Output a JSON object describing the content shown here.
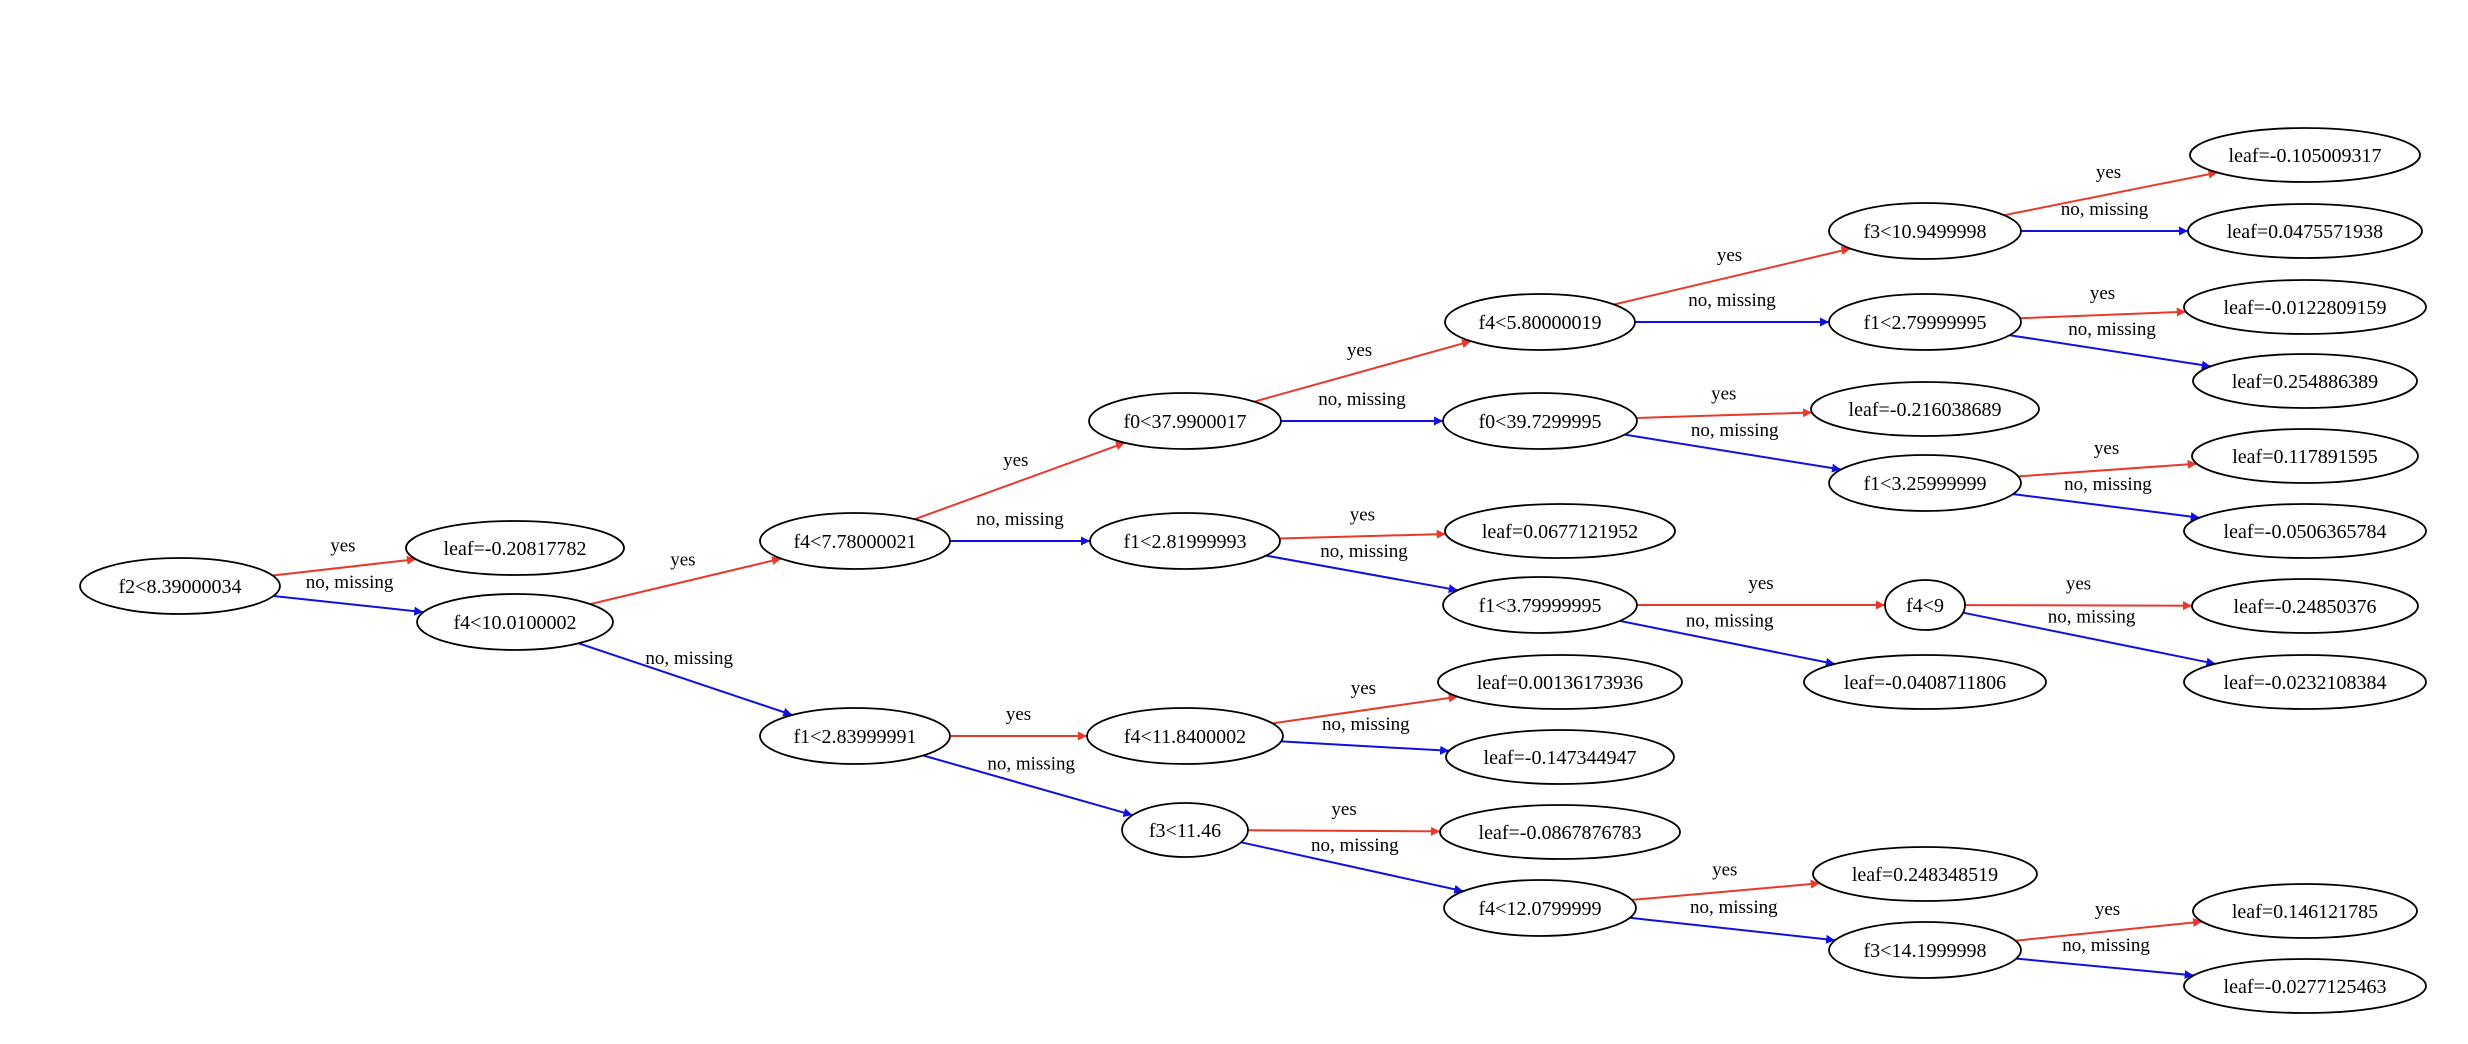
{
  "diagram": {
    "type": "decision-tree",
    "colors": {
      "yes": "#e8392c",
      "no": "#1010e0",
      "node_stroke": "#000000"
    },
    "nodes": [
      {
        "id": "n0",
        "label": "f2<8.39000034",
        "kind": "split"
      },
      {
        "id": "n1",
        "label": "leaf=-0.20817782",
        "kind": "leaf"
      },
      {
        "id": "n2",
        "label": "f4<10.0100002",
        "kind": "split"
      },
      {
        "id": "n3",
        "label": "f4<7.78000021",
        "kind": "split"
      },
      {
        "id": "n4",
        "label": "f1<2.83999991",
        "kind": "split"
      },
      {
        "id": "n5",
        "label": "f0<37.9900017",
        "kind": "split"
      },
      {
        "id": "n6",
        "label": "f1<2.81999993",
        "kind": "split"
      },
      {
        "id": "n7",
        "label": "f4<11.8400002",
        "kind": "split"
      },
      {
        "id": "n8",
        "label": "f3<11.46",
        "kind": "split"
      },
      {
        "id": "n9",
        "label": "f4<5.80000019",
        "kind": "split"
      },
      {
        "id": "n10",
        "label": "f0<39.7299995",
        "kind": "split"
      },
      {
        "id": "n11",
        "label": "leaf=0.0677121952",
        "kind": "leaf"
      },
      {
        "id": "n12",
        "label": "f1<3.79999995",
        "kind": "split"
      },
      {
        "id": "n13",
        "label": "leaf=0.00136173936",
        "kind": "leaf"
      },
      {
        "id": "n14",
        "label": "leaf=-0.147344947",
        "kind": "leaf"
      },
      {
        "id": "n15",
        "label": "leaf=-0.0867876783",
        "kind": "leaf"
      },
      {
        "id": "n16",
        "label": "f4<12.0799999",
        "kind": "split"
      },
      {
        "id": "n17",
        "label": "f3<10.9499998",
        "kind": "split"
      },
      {
        "id": "n18",
        "label": "f1<2.79999995",
        "kind": "split"
      },
      {
        "id": "n19",
        "label": "leaf=-0.216038689",
        "kind": "leaf"
      },
      {
        "id": "n20",
        "label": "f1<3.25999999",
        "kind": "split"
      },
      {
        "id": "n21",
        "label": "f4<9",
        "kind": "split"
      },
      {
        "id": "n22",
        "label": "leaf=-0.0408711806",
        "kind": "leaf"
      },
      {
        "id": "n23",
        "label": "leaf=0.248348519",
        "kind": "leaf"
      },
      {
        "id": "n24",
        "label": "f3<14.1999998",
        "kind": "split"
      },
      {
        "id": "n25",
        "label": "leaf=-0.105009317",
        "kind": "leaf"
      },
      {
        "id": "n26",
        "label": "leaf=0.0475571938",
        "kind": "leaf"
      },
      {
        "id": "n27",
        "label": "leaf=-0.0122809159",
        "kind": "leaf"
      },
      {
        "id": "n28",
        "label": "leaf=0.254886389",
        "kind": "leaf"
      },
      {
        "id": "n29",
        "label": "leaf=0.117891595",
        "kind": "leaf"
      },
      {
        "id": "n30",
        "label": "leaf=-0.0506365784",
        "kind": "leaf"
      },
      {
        "id": "n31",
        "label": "leaf=-0.24850376",
        "kind": "leaf"
      },
      {
        "id": "n32",
        "label": "leaf=-0.0232108384",
        "kind": "leaf"
      },
      {
        "id": "n33",
        "label": "leaf=0.146121785",
        "kind": "leaf"
      },
      {
        "id": "n34",
        "label": "leaf=-0.0277125463",
        "kind": "leaf"
      }
    ],
    "edges": [
      {
        "from": "n0",
        "to": "n1",
        "label": "yes",
        "branch": "yes"
      },
      {
        "from": "n0",
        "to": "n2",
        "label": "no, missing",
        "branch": "no"
      },
      {
        "from": "n2",
        "to": "n3",
        "label": "yes",
        "branch": "yes"
      },
      {
        "from": "n2",
        "to": "n4",
        "label": "no, missing",
        "branch": "no"
      },
      {
        "from": "n3",
        "to": "n5",
        "label": "yes",
        "branch": "yes"
      },
      {
        "from": "n3",
        "to": "n6",
        "label": "no, missing",
        "branch": "no"
      },
      {
        "from": "n4",
        "to": "n7",
        "label": "yes",
        "branch": "yes"
      },
      {
        "from": "n4",
        "to": "n8",
        "label": "no, missing",
        "branch": "no"
      },
      {
        "from": "n5",
        "to": "n9",
        "label": "yes",
        "branch": "yes"
      },
      {
        "from": "n5",
        "to": "n10",
        "label": "no, missing",
        "branch": "no"
      },
      {
        "from": "n6",
        "to": "n11",
        "label": "yes",
        "branch": "yes"
      },
      {
        "from": "n6",
        "to": "n12",
        "label": "no, missing",
        "branch": "no"
      },
      {
        "from": "n7",
        "to": "n13",
        "label": "yes",
        "branch": "yes"
      },
      {
        "from": "n7",
        "to": "n14",
        "label": "no, missing",
        "branch": "no"
      },
      {
        "from": "n8",
        "to": "n15",
        "label": "yes",
        "branch": "yes"
      },
      {
        "from": "n8",
        "to": "n16",
        "label": "no, missing",
        "branch": "no"
      },
      {
        "from": "n9",
        "to": "n17",
        "label": "yes",
        "branch": "yes"
      },
      {
        "from": "n9",
        "to": "n18",
        "label": "no, missing",
        "branch": "no"
      },
      {
        "from": "n10",
        "to": "n19",
        "label": "yes",
        "branch": "yes"
      },
      {
        "from": "n10",
        "to": "n20",
        "label": "no, missing",
        "branch": "no"
      },
      {
        "from": "n12",
        "to": "n21",
        "label": "yes",
        "branch": "yes"
      },
      {
        "from": "n12",
        "to": "n22",
        "label": "no, missing",
        "branch": "no"
      },
      {
        "from": "n16",
        "to": "n23",
        "label": "yes",
        "branch": "yes"
      },
      {
        "from": "n16",
        "to": "n24",
        "label": "no, missing",
        "branch": "no"
      },
      {
        "from": "n17",
        "to": "n25",
        "label": "yes",
        "branch": "yes"
      },
      {
        "from": "n17",
        "to": "n26",
        "label": "no, missing",
        "branch": "no"
      },
      {
        "from": "n18",
        "to": "n27",
        "label": "yes",
        "branch": "yes"
      },
      {
        "from": "n18",
        "to": "n28",
        "label": "no, missing",
        "branch": "no"
      },
      {
        "from": "n20",
        "to": "n29",
        "label": "yes",
        "branch": "yes"
      },
      {
        "from": "n20",
        "to": "n30",
        "label": "no, missing",
        "branch": "no"
      },
      {
        "from": "n21",
        "to": "n31",
        "label": "yes",
        "branch": "yes"
      },
      {
        "from": "n21",
        "to": "n32",
        "label": "no, missing",
        "branch": "no"
      },
      {
        "from": "n24",
        "to": "n33",
        "label": "yes",
        "branch": "yes"
      },
      {
        "from": "n24",
        "to": "n34",
        "label": "no, missing",
        "branch": "no"
      }
    ]
  }
}
